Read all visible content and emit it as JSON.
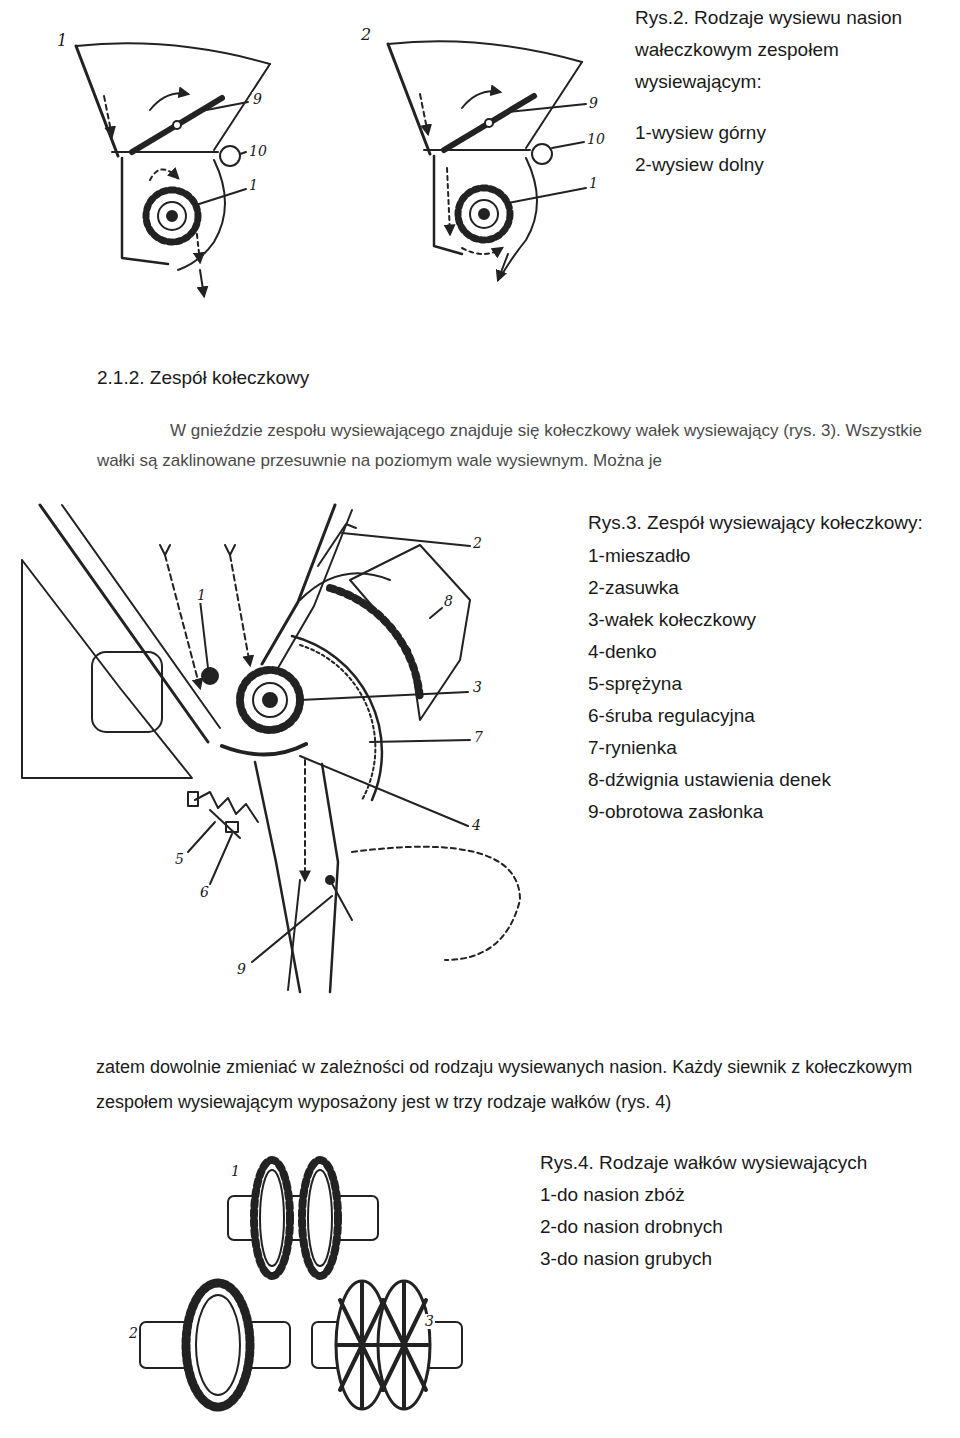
{
  "diagram": {
    "labels": [
      "1",
      "9",
      "10",
      "1",
      "2",
      "9",
      "10",
      "1",
      "Rys.2. Rodzaje wysiewu nasion wałeczkowym zespołem wysiewającym:",
      "1-wysiew górny",
      "2-wysiew dolny",
      "2.1.2. Zespół kołeczkowy",
      "W gnieździe zespołu wysiewającego znajduje się kołeczkowy wałek wysiewający (rys. 3). Wszystkie wałki są zaklinowane przesuwnie na poziomym wale wysiewnym. Można je",
      "Rys.3. Zespół wysiewający kołeczkowy:",
      "1-mieszadło",
      "2-zasuwka",
      "3-wałek kołeczkowy",
      "4-denko",
      "5-sprężyna",
      "6-śruba regulacyjna",
      "7-rynienka",
      "8-dźwignia ustawienia denek",
      "9-obrotowa zasłonka",
      "2",
      "8",
      "1",
      "3",
      "7",
      "4",
      "5",
      "6",
      "9",
      "zatem dowolnie zmieniać w zależności od rodzaju wysiewanych nasion. Każdy siewnik z kołeczkowym zespołem wysiewającym wyposażony jest w trzy rodzaje wałków (rys. 4)",
      "Rys.4. Rodzaje wałków wysiewających",
      "1-do nasion zbóż",
      "2-do nasion drobnych",
      "3-do nasion grubych",
      "1",
      "2",
      "3"
    ]
  }
}
